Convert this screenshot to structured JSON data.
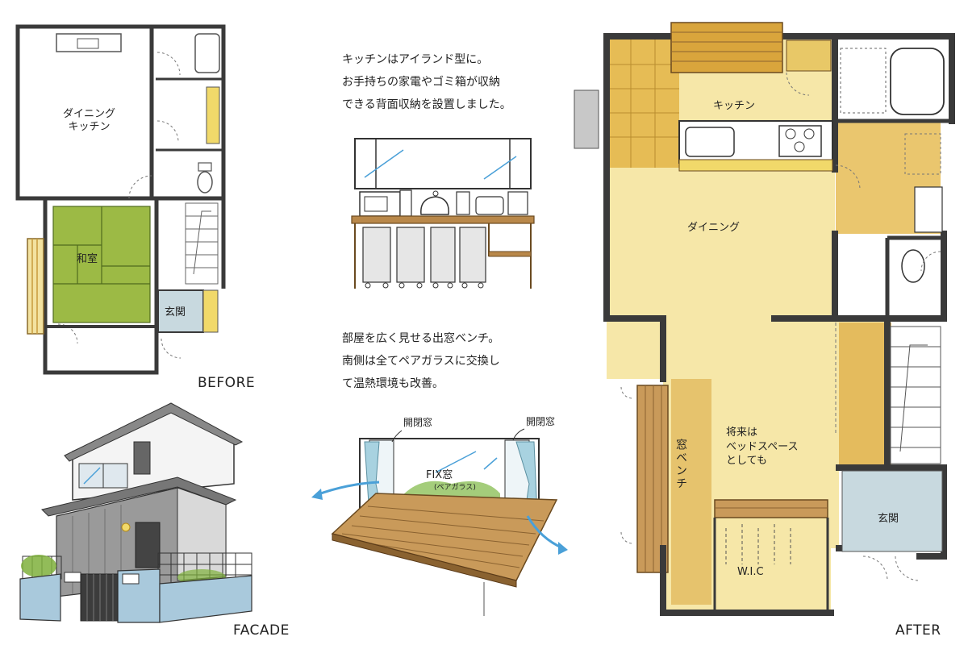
{
  "before": {
    "caption": "BEFORE",
    "rooms": {
      "dining_kitchen": "ダイニング\nキッチン",
      "washitsu": "和室",
      "genkan": "玄関"
    }
  },
  "facade": {
    "caption": "FACADE"
  },
  "after": {
    "caption": "AFTER",
    "rooms": {
      "kitchen": "キッチン",
      "dining": "ダイニング",
      "future_bed": "将来は\nベッドスペース\nとしても",
      "window_bench": "窓ベンチ",
      "genkan": "玄関",
      "wic": "W.I.C"
    }
  },
  "kitchen_note": {
    "lines": [
      "キッチンはアイランド型に。",
      "お手持ちの家電やゴミ箱が収納",
      "できる背面収納を設置しました。"
    ]
  },
  "bench_note": {
    "lines": [
      "部屋を広く見せる出窓ベンチ。",
      "南側は全てペアガラスに交換し",
      "て温熱環境も改善。"
    ]
  },
  "bench_sketch": {
    "open_window_left": "開閉窓",
    "open_window_right": "開閉窓",
    "fix_window": "FIX窓",
    "fix_window_sub": "(ペアガラス)"
  },
  "colors": {
    "wall": "#3a3a3a",
    "floor_wood": "#f6e7a8",
    "floor_wood_dark": "#d9a53c",
    "tatami": "#9cba45",
    "genkan_tile": "#c8d9df",
    "bench_wood": "#b9884a",
    "glass_blue": "#4aa0d8"
  }
}
